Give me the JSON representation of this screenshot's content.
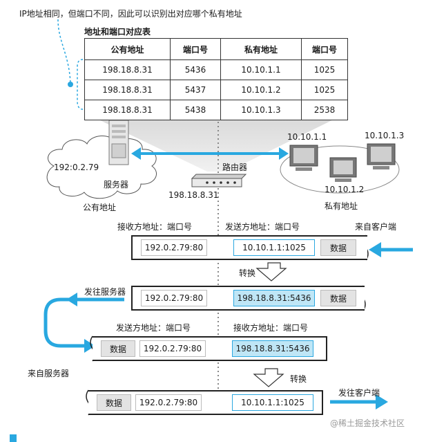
{
  "annotation": "IP地址相同，但端口不同，因此可以识别出对应哪个私有地址",
  "table": {
    "caption": "地址和端口对应表",
    "headers": [
      "公有地址",
      "端口号",
      "私有地址",
      "端口号"
    ],
    "rows": [
      [
        "198.18.8.31",
        "5436",
        "10.10.1.1",
        "1025"
      ],
      [
        "198.18.8.31",
        "5437",
        "10.10.1.2",
        "1025"
      ],
      [
        "198.18.8.31",
        "5438",
        "10.10.1.3",
        "2538"
      ]
    ]
  },
  "network": {
    "server_ip": "192:0.2.79",
    "server_label": "服务器",
    "public_label": "公有地址",
    "router_label": "路由器",
    "router_ip": "198.18.8.31",
    "pc1": "10.10.1.1",
    "pc2": "10.10.1.2",
    "pc3": "10.10.1.3",
    "private_label": "私有地址"
  },
  "labels": {
    "recv_addr": "接收方地址：端口号",
    "send_addr": "发送方地址：端口号",
    "from_client": "来自客户端",
    "convert": "转换",
    "to_server": "发往服务器",
    "from_server": "来自服务器",
    "to_client": "发往客户端",
    "data": "数据"
  },
  "packets": {
    "p1_dst": "192.0.2.79:80",
    "p1_src": "10.10.1.1:1025",
    "p2_dst": "192.0.2.79:80",
    "p2_src": "198.18.8.31:5436",
    "p3_src": "192.0.2.79:80",
    "p3_dst": "198.18.8.31:5436",
    "p4_src": "192.0.2.79:80",
    "p4_dst": "10.10.1.1:1025"
  },
  "watermark": "@稀土掘金技术社区",
  "colors": {
    "accent": "#29a8e0",
    "light_blue": "#bfe6f6",
    "grey": "#e3e3e3"
  }
}
